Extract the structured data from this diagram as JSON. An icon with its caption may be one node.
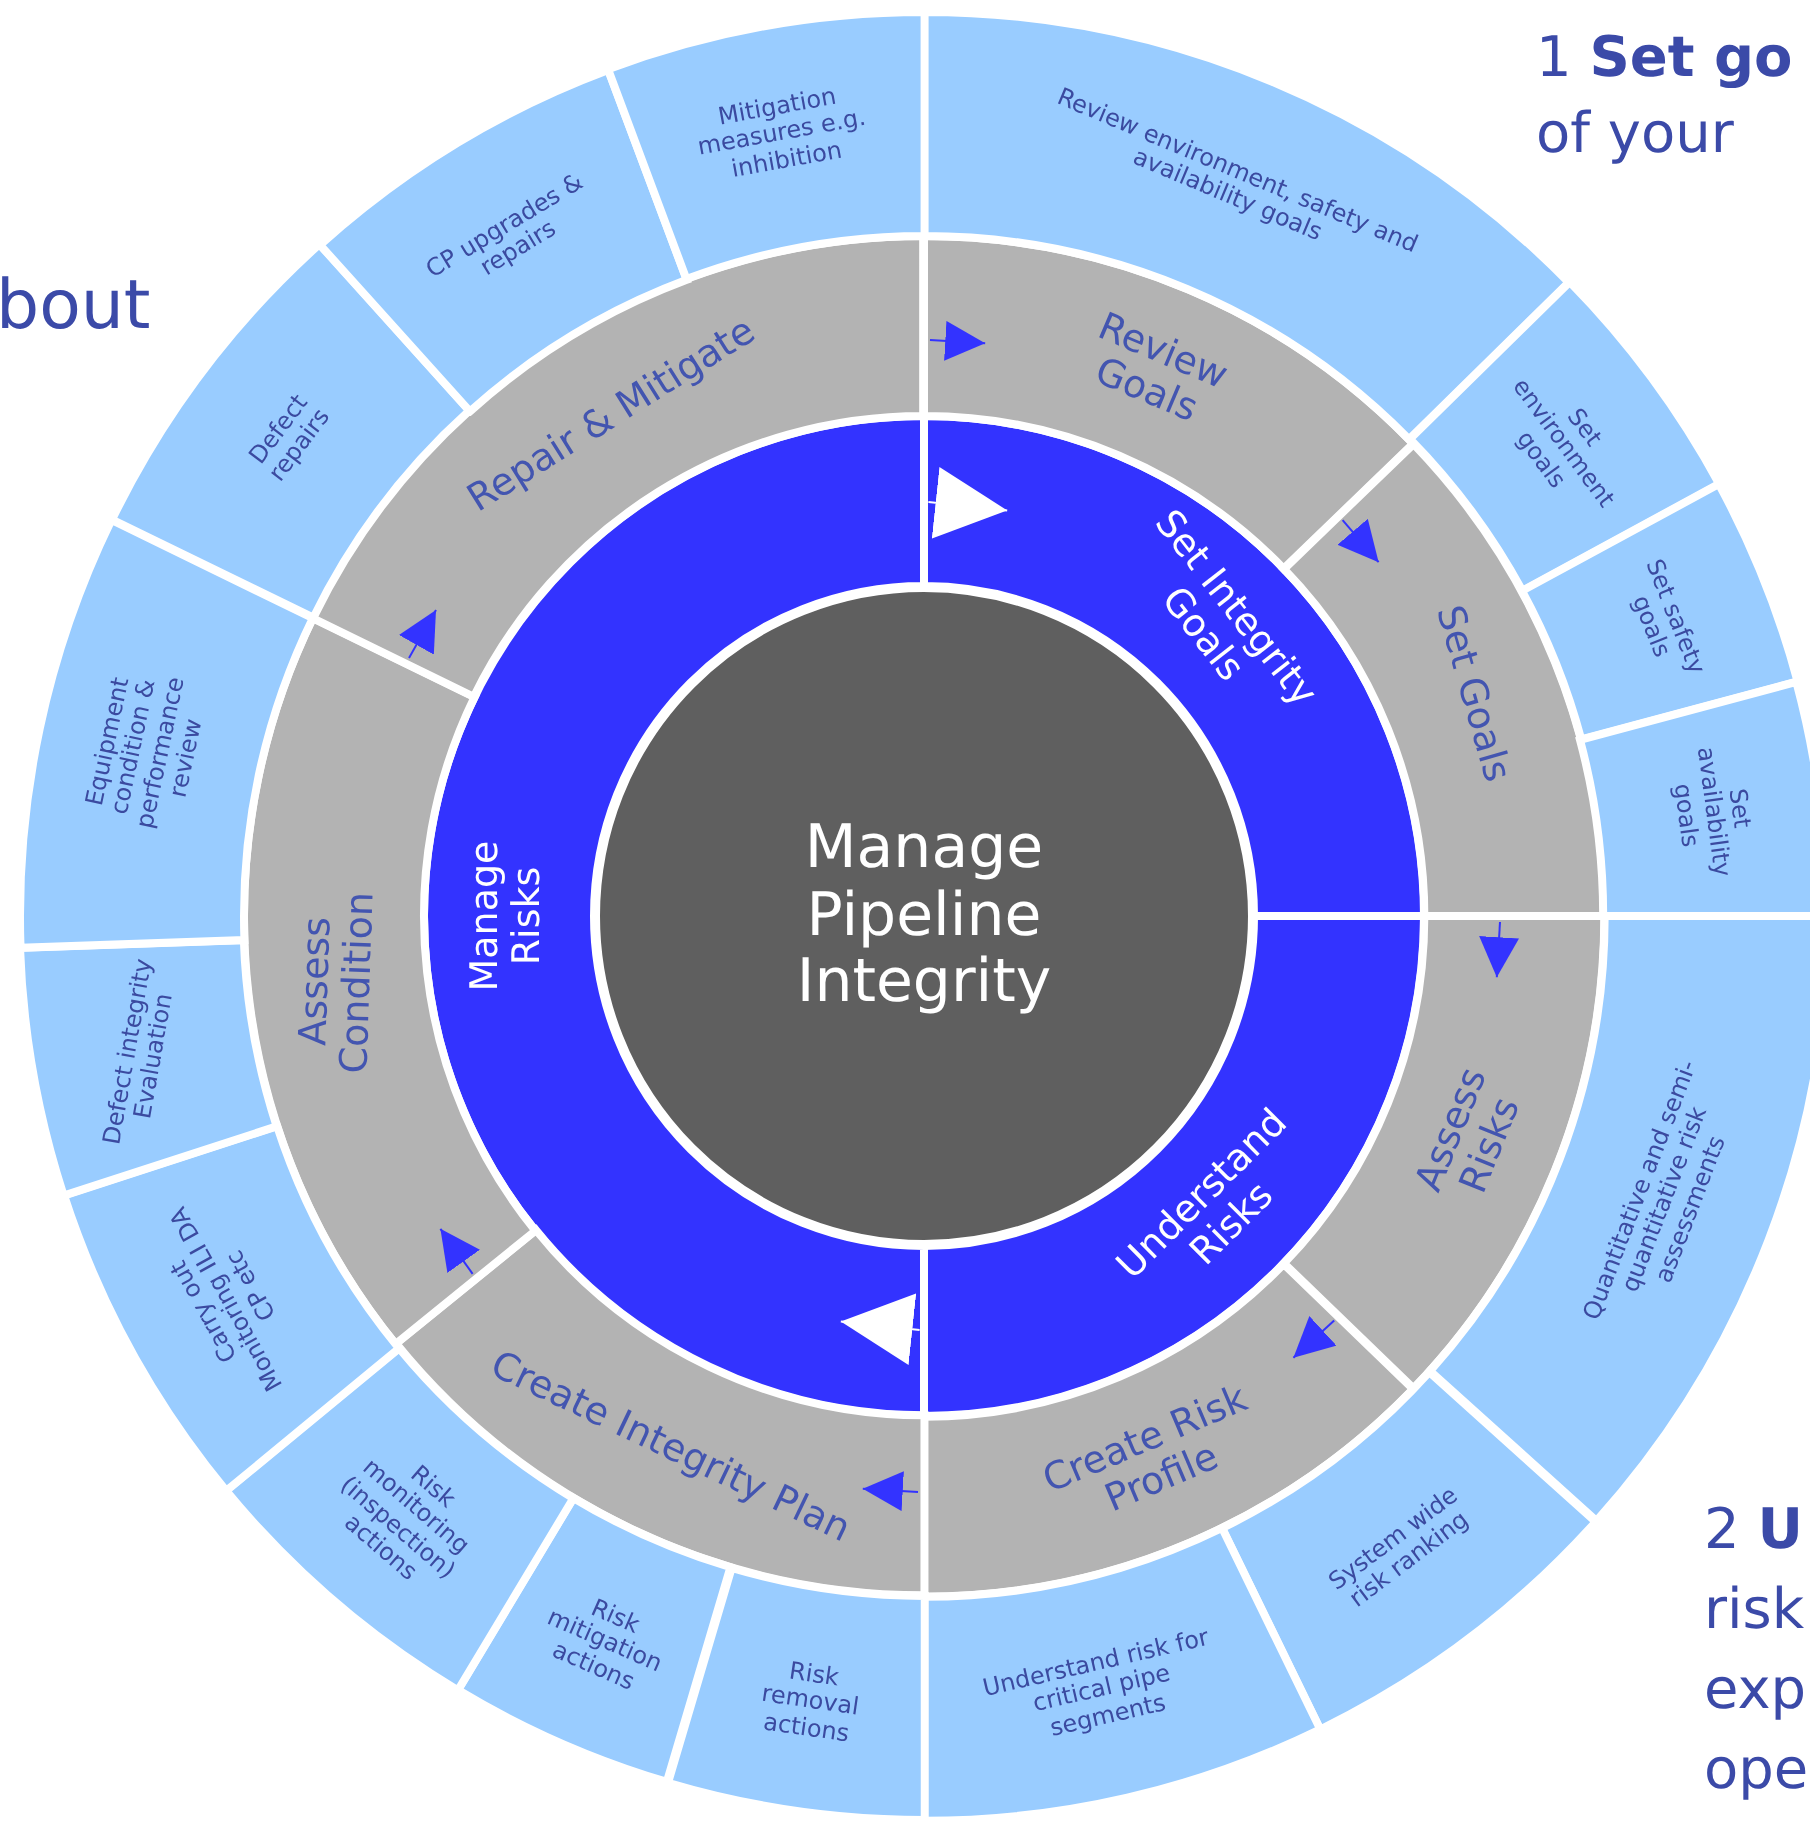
{
  "diagram": {
    "nodes": [
      {
        "text": [
          "Manage Pipeline Integrity"
        ]
      },
      {
        "text": [
          "Set Integrity Goals"
        ]
      },
      {
        "text": [
          "Understand Risks"
        ]
      },
      {
        "text": [
          "Manage Risks"
        ]
      },
      {
        "text": [
          "Review Goals"
        ]
      },
      {
        "text": [
          "Set Goals"
        ]
      },
      {
        "text": [
          "Assess Risks"
        ]
      },
      {
        "text": [
          "Create Risk Profile"
        ]
      },
      {
        "text": [
          "Create Integrity Plan"
        ]
      },
      {
        "text": [
          "Assess Condition"
        ]
      },
      {
        "text": [
          "Repair & Mitigate"
        ]
      },
      {
        "text": [
          "Review environment, safety and availability goals"
        ]
      },
      {
        "text": [
          "Set environment goals"
        ]
      },
      {
        "text": [
          "Set safety goals"
        ]
      },
      {
        "text": [
          "Set availability goals"
        ]
      },
      {
        "text": [
          "Quantitative and semi-quantitative risk assessments"
        ]
      },
      {
        "text": [
          "System wide risk ranking"
        ]
      },
      {
        "text": [
          "Understand risk for critical pipe segments"
        ]
      },
      {
        "text": [
          "Risk removal actions"
        ]
      },
      {
        "text": [
          "Risk mitigation actions"
        ]
      },
      {
        "text": [
          "Risk monitoring (inspection) actions"
        ]
      },
      {
        "text": [
          "Carry out Monitoring ILI DA CP etc"
        ]
      },
      {
        "text": [
          "Defect integrity Evaluation"
        ]
      },
      {
        "text": [
          "Equipment condition & performance review"
        ]
      },
      {
        "text": [
          "Defect repairs"
        ]
      },
      {
        "text": [
          "CP upgrades & repairs"
        ]
      },
      {
        "text": [
          "Mitigation measures e.g. inhibition"
        ]
      }
    ],
    "edges": [
      {
        "from": 10,
        "to": 4,
        "arrow": "to"
      },
      {
        "from": 4,
        "to": 5,
        "arrow": "to"
      },
      {
        "from": 5,
        "to": 6,
        "arrow": "to"
      },
      {
        "from": 6,
        "to": 7,
        "arrow": "to"
      },
      {
        "from": 7,
        "to": 8,
        "arrow": "to"
      },
      {
        "from": 8,
        "to": 9,
        "arrow": "to"
      },
      {
        "from": 9,
        "to": 10,
        "arrow": "to"
      },
      {
        "from": 3,
        "to": 1,
        "arrow": "to",
        "color": "#ffffff"
      },
      {
        "from": 2,
        "to": 3,
        "arrow": "to",
        "color": "#ffffff"
      }
    ],
    "labels": [
      "bout",
      "1 **Set go**",
      "of your",
      "2 **U**",
      "risk",
      "exp",
      "ope"
    ]
  }
}
